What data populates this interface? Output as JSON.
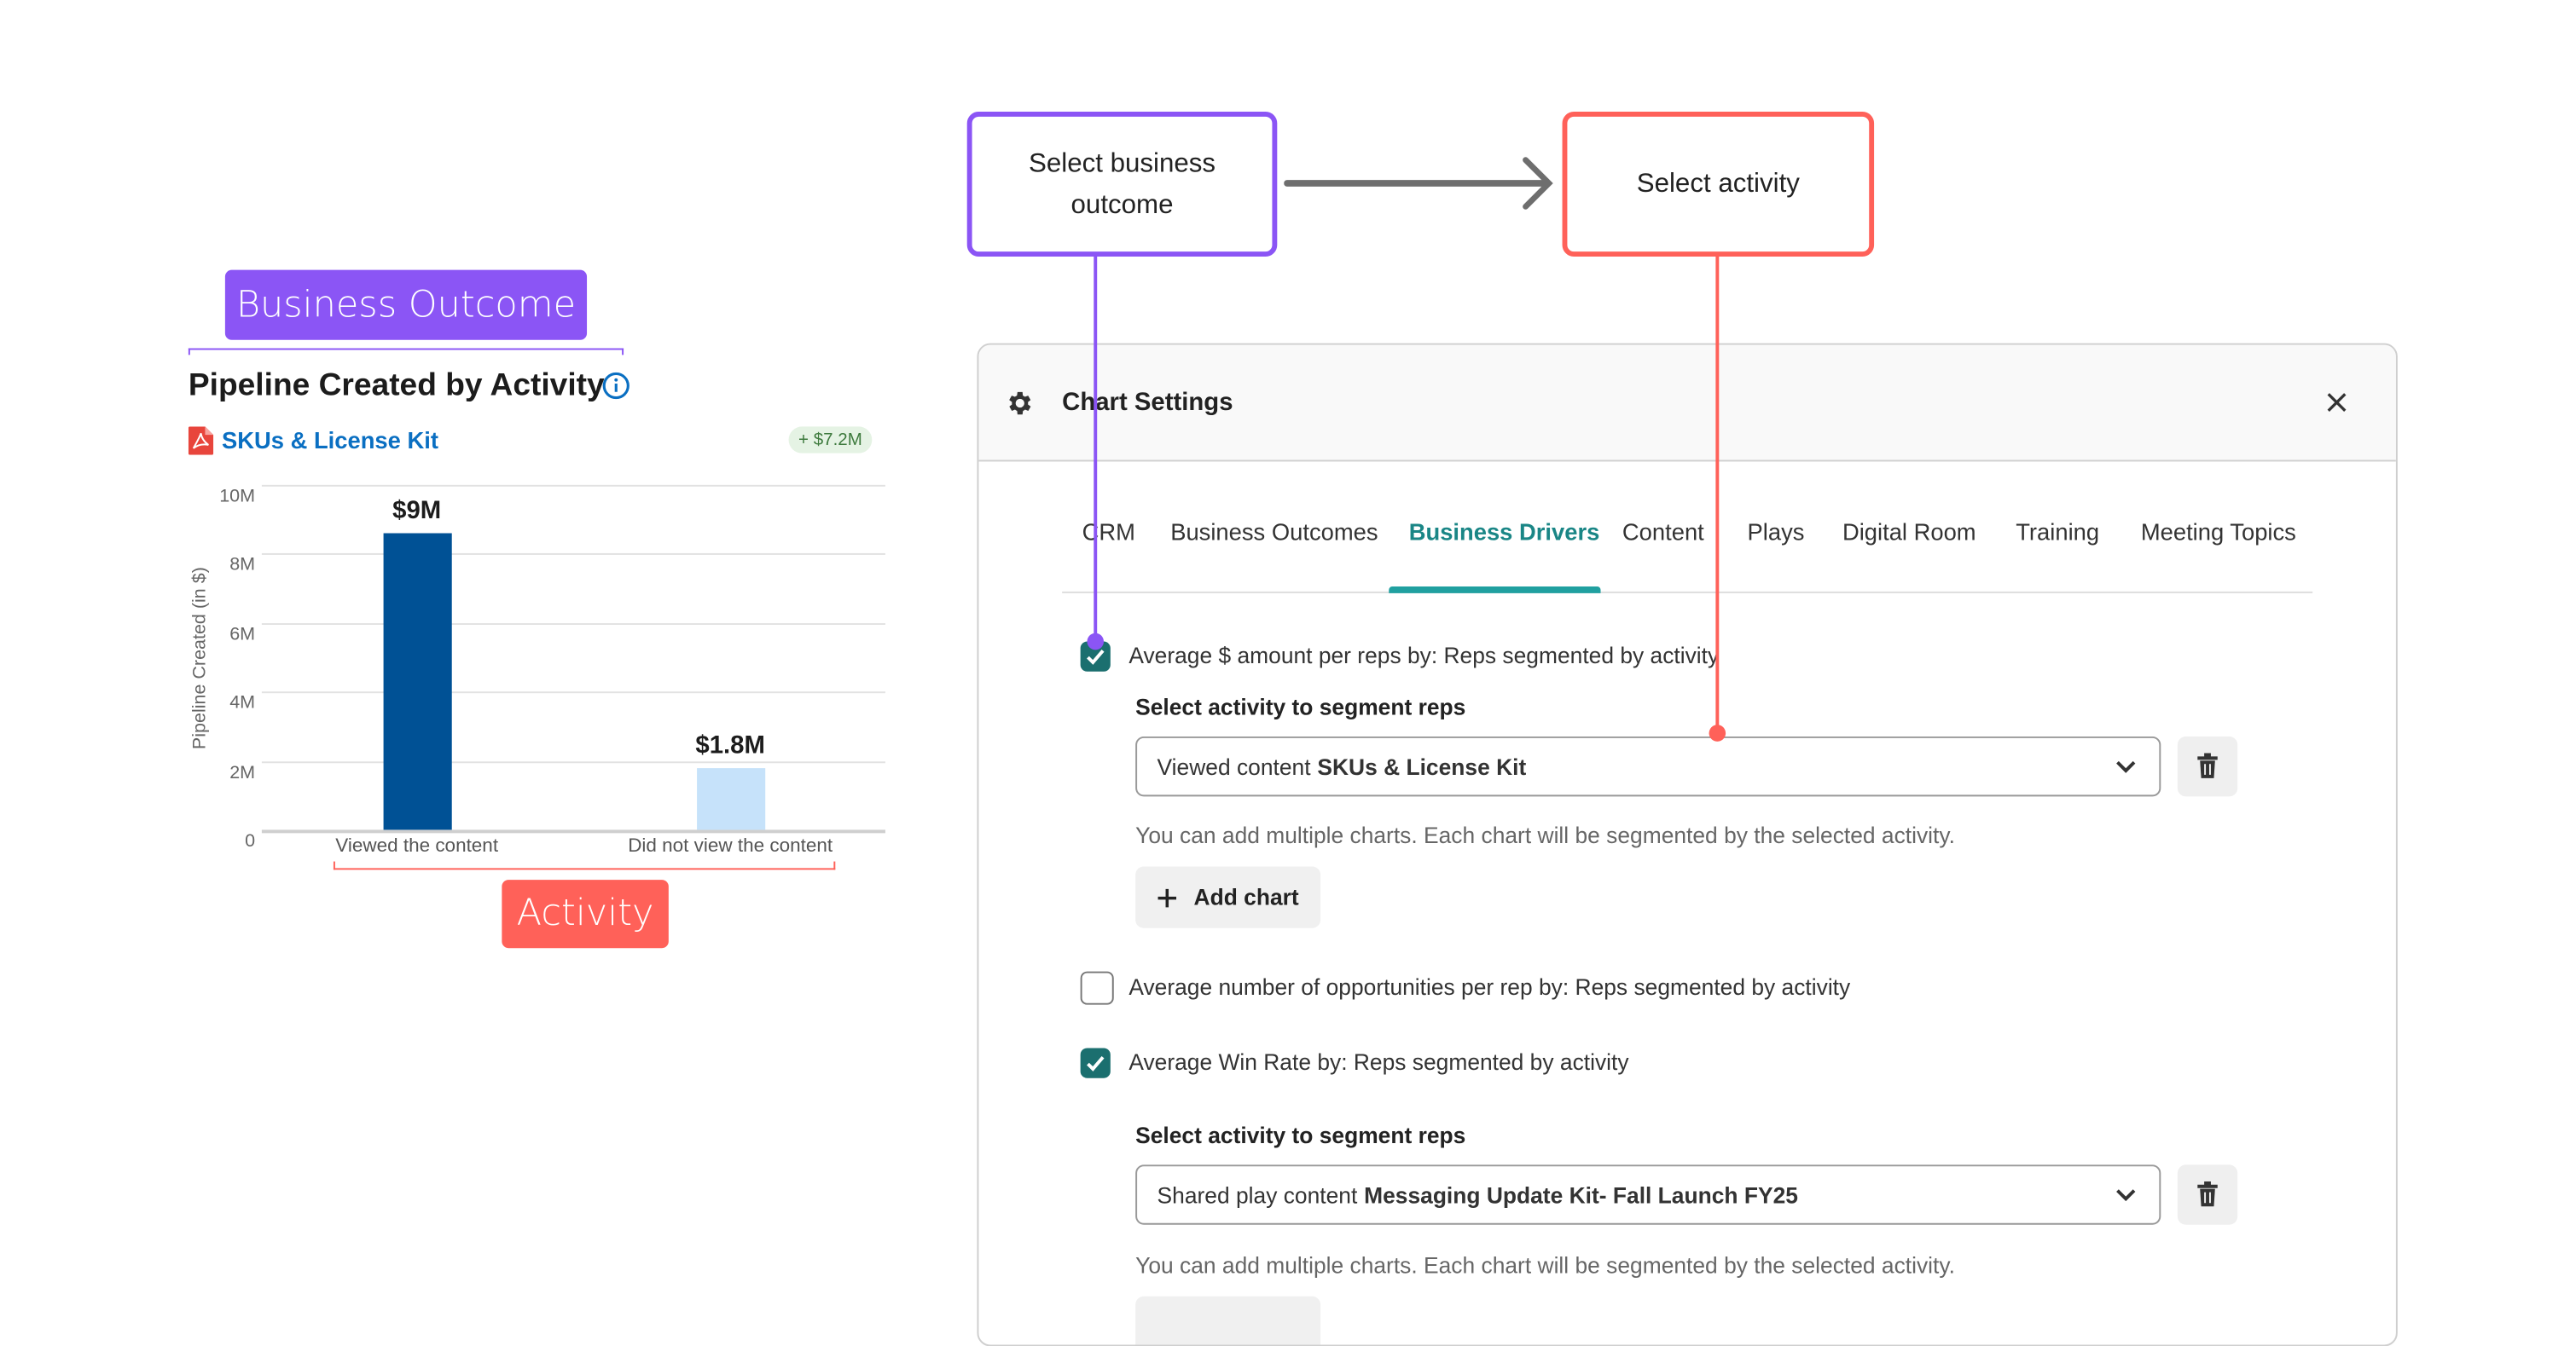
{
  "annotations": {
    "business_outcome_tag": "Business Outcome",
    "activity_tag": "Activity",
    "flow_step_1": "Select business outcome",
    "flow_step_2": "Select activity",
    "colors": {
      "purple": "#8b55f5",
      "red": "#ff6159",
      "arrow": "#6e6e6e"
    }
  },
  "chart_card": {
    "title": "Pipeline Created by Activity",
    "info_icon": "info-circle-icon",
    "content_icon": "pdf-icon",
    "content_name": "SKUs & License Kit",
    "delta_badge": "+ $7.2M"
  },
  "chart_data": {
    "type": "bar",
    "title": "Pipeline Created by Activity",
    "categories": [
      "Viewed the content",
      "Did not view the content"
    ],
    "values": [
      8.6,
      1.8
    ],
    "data_labels": [
      "$9M",
      "$1.8M"
    ],
    "ylabel": "Pipeline Created (in $)",
    "xlabel": "",
    "ylim": [
      0,
      10
    ],
    "yticks": [
      "0",
      "2M",
      "4M",
      "6M",
      "8M",
      "10M"
    ],
    "grid": true,
    "colors": [
      "#005195",
      "#c6e2fa"
    ]
  },
  "settings": {
    "title": "Chart Settings",
    "tabs": [
      {
        "label": "CRM",
        "active": false
      },
      {
        "label": "Business Outcomes",
        "active": false
      },
      {
        "label": "Business Drivers",
        "active": true
      },
      {
        "label": "Content",
        "active": false
      },
      {
        "label": "Plays",
        "active": false
      },
      {
        "label": "Digital Room",
        "active": false
      },
      {
        "label": "Training",
        "active": false
      },
      {
        "label": "Meeting Topics",
        "active": false
      }
    ],
    "accent": "#1a8686",
    "options": [
      {
        "label": "Average $ amount per reps by: Reps segmented by activity",
        "checked": true,
        "select_label": "Select activity to segment reps",
        "select_prefix": "Viewed content",
        "select_value": "SKUs & License Kit",
        "help": "You can add multiple charts. Each chart will be segmented by the selected activity.",
        "add_label": "Add chart"
      },
      {
        "label": "Average number of opportunities per rep by: Reps segmented by activity",
        "checked": false
      },
      {
        "label": "Average Win Rate by: Reps segmented by activity",
        "checked": true,
        "select_label": "Select activity to segment reps",
        "select_prefix": "Shared play content",
        "select_value": "Messaging Update Kit- Fall Launch FY25",
        "help": "You can add multiple charts. Each chart will be segmented by the selected activity."
      }
    ]
  }
}
